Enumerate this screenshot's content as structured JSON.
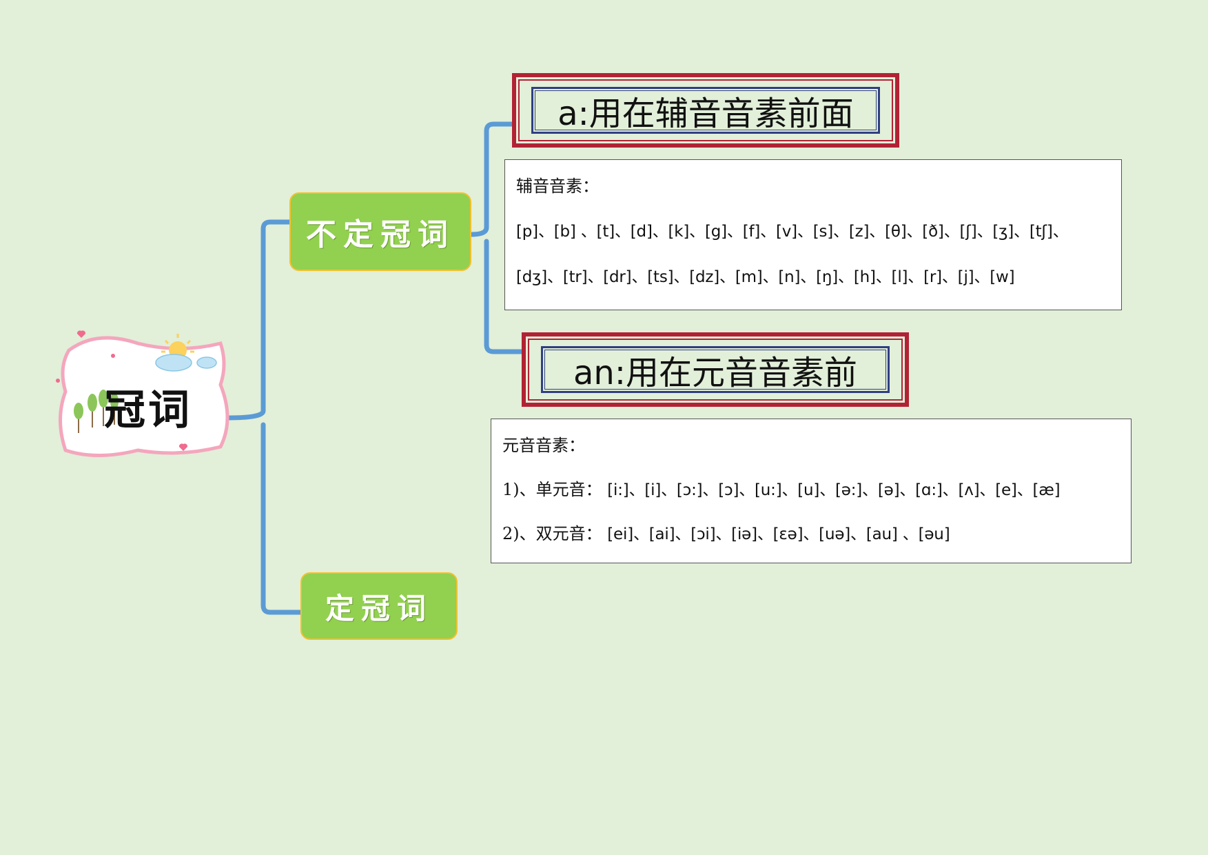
{
  "root": {
    "title": "冠词"
  },
  "branches": {
    "indefinite": {
      "label": "不定冠词"
    },
    "definite": {
      "label": "定冠词"
    }
  },
  "cards": {
    "a": {
      "title": "a:用在辅音音素前面"
    },
    "an": {
      "title": "an:用在元音音素前"
    }
  },
  "notes": {
    "consonants": {
      "heading": "辅音音素：",
      "line1": "[p]、[b]  、[t]、[d]、[k]、[g]、[f]、[v]、[s]、[z]、[θ]、[ð]、[ʃ]、[ʒ]、[tʃ]、",
      "line2": "[dʒ]、[tr]、[dr]、[ts]、[dz]、[m]、[n]、[ŋ]、[h]、[l]、[r]、[j]、[w]"
    },
    "vowels": {
      "heading": "元音音素：",
      "mono_label": "1)、单元音：",
      "mono": "[i:]、[i]、[ɔ:]、[ɔ]、[u:]、[u]、[ə:]、[ə]、[ɑ:]、[ʌ]、[e]、[æ]",
      "di_label": "2)、双元音：",
      "di": "[ei]、[ai]、[ɔi]、[iə]、[ɛə]、[uə]、[au]  、[əu]"
    }
  },
  "colors": {
    "background": "#e2efd9",
    "connector": "#5b9bd5",
    "branch_fill": "#92d050",
    "branch_border": "#f2c12e",
    "frame_red": "#b22234",
    "frame_blue": "#2f3f82"
  }
}
